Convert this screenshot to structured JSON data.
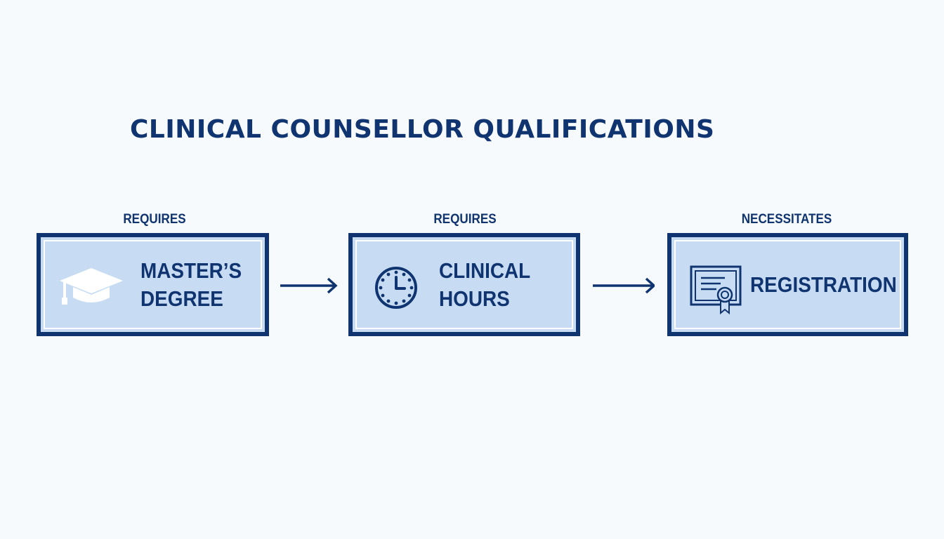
{
  "title": "CLINICAL COUNSELLOR QUALIFICATIONS",
  "colors": {
    "primary": "#0f3470",
    "card_fill": "#c7dcf3",
    "card_inner_border": "#ffffff",
    "background": "#f7fafc"
  },
  "steps": [
    {
      "label": "REQUIRES",
      "title_line1": "MASTER’S",
      "title_line2": "DEGREE",
      "icon": "graduation-cap-icon"
    },
    {
      "label": "REQUIRES",
      "title_line1": "CLINICAL",
      "title_line2": "HOURS",
      "icon": "clock-icon"
    },
    {
      "label": "NECESSITATES",
      "title_line1": "REGISTRATION",
      "icon": "certificate-icon"
    }
  ]
}
